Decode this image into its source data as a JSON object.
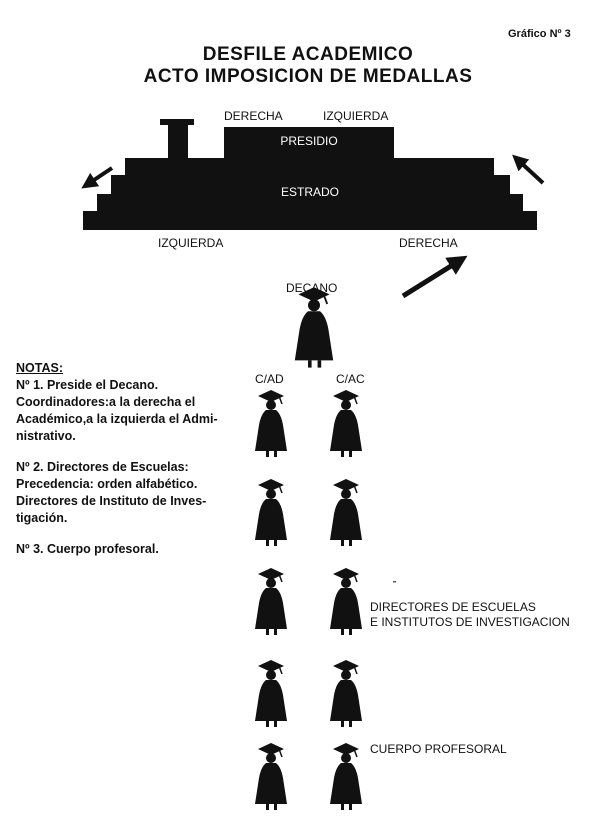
{
  "header": {
    "figure_label": "Gráfico Nº 3",
    "title_line1": "DESFILE  ACADEMICO",
    "title_line2": "ACTO IMPOSICION DE MEDALLAS"
  },
  "stage": {
    "top_right_label": "DERECHA",
    "top_left_label": "IZQUIERDA",
    "presidio_label": "PRESIDIO",
    "estrado_label": "ESTRADO",
    "bottom_left_label": "IZQUIERDA",
    "bottom_right_label": "DERECHA"
  },
  "procession": {
    "decano_label": "DECANO",
    "left_column_label": "C/AD",
    "right_column_label": "C/AC",
    "directors_label_line1": "DIRECTORES DE ESCUELAS",
    "directors_label_line2": "E INSTITUTOS DE INVESTIGACION",
    "faculty_label": "CUERPO PROFESORAL"
  },
  "notes": {
    "heading": "NOTAS:",
    "note1_line1": "Nº 1.  Preside el Decano.",
    "note1_line2": "Coordinadores:a la derecha el",
    "note1_line3": "Académico,a la izquierda el Admi-",
    "note1_line4": "nistrativo.",
    "note2_line1": "Nº 2. Directores de Escuelas:",
    "note2_line2": "Precedencia: orden alfabético.",
    "note2_line3": "Directores de  Instituto de Inves-",
    "note2_line4": "tigación.",
    "note3_line1": "Nº 3. Cuerpo profesoral."
  },
  "colors": {
    "ink": "#111111",
    "paper": "#ffffff"
  }
}
